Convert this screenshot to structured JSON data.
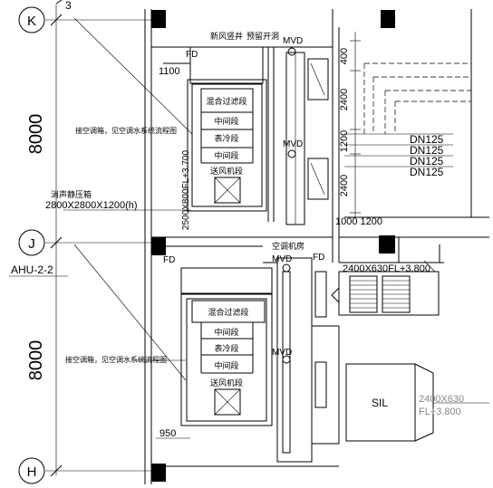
{
  "axes": {
    "k": "K",
    "j": "J",
    "h": "H",
    "top_partial": "3"
  },
  "dimensions": {
    "upper_bay": "8000",
    "lower_bay": "8000",
    "d1100": "1100",
    "d400": "400",
    "d2400_a": "2400",
    "d1200": "1200",
    "d2400_b": "2400",
    "d1000_1200": "1000 1200",
    "d950": "950"
  },
  "labels": {
    "fd_1": "FD",
    "fd_2": "FD",
    "fd_3": "FD",
    "mvd_1": "MVD",
    "mvd_2": "MVD",
    "mvd_3": "MVD",
    "mvd_4": "MVD",
    "supply_shaft": "新风竖井",
    "equip_opening": "预留开洞",
    "ac_shaft": "空调机房",
    "mixed_filter_1": "混合过滤段",
    "middle_1": "中间段",
    "cooling_1": "表冷段",
    "middle_2": "中间段",
    "fan_1": "送风机段",
    "mixed_filter_2": "混合过滤段",
    "middle_3": "中间段",
    "cooling_2": "表冷段",
    "middle_4": "中间段",
    "fan_2": "送风机段",
    "note_upper": "接空调箱，见空调水系统流程图",
    "note_lower": "接空调箱，见空调水系统流程图",
    "silencer_title": "消声静压箱",
    "silencer_size": "2800X2800X1200(h)",
    "ahu_tag": "AHU-2-2",
    "duct_vertical": "2500X800FL+3.700",
    "duct_right_1": "2400X630FL+3.800",
    "duct_right_2": "2400X630",
    "duct_right_2b": "FL+3.800",
    "sil": "SIL",
    "dn1": "DN125",
    "dn2": "DN125",
    "dn3": "DN125",
    "dn4": "DN125"
  }
}
